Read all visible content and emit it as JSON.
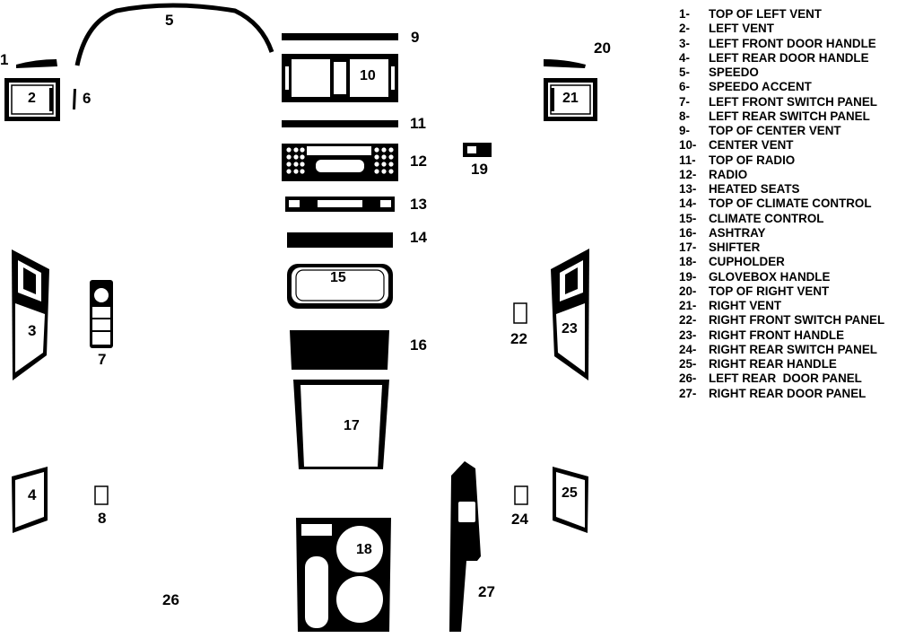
{
  "parts": [
    {
      "num": "1",
      "name": "TOP OF LEFT VENT"
    },
    {
      "num": "2",
      "name": "LEFT VENT"
    },
    {
      "num": "3",
      "name": "LEFT FRONT DOOR HANDLE"
    },
    {
      "num": "4",
      "name": "LEFT REAR DOOR HANDLE"
    },
    {
      "num": "5",
      "name": "SPEEDO"
    },
    {
      "num": "6",
      "name": "SPEEDO ACCENT"
    },
    {
      "num": "7",
      "name": "LEFT FRONT SWITCH PANEL"
    },
    {
      "num": "8",
      "name": "LEFT REAR SWITCH PANEL"
    },
    {
      "num": "9",
      "name": "TOP OF CENTER VENT"
    },
    {
      "num": "10",
      "name": "CENTER VENT"
    },
    {
      "num": "11",
      "name": "TOP OF RADIO"
    },
    {
      "num": "12",
      "name": "RADIO"
    },
    {
      "num": "13",
      "name": "HEATED SEATS"
    },
    {
      "num": "14",
      "name": "TOP OF CLIMATE CONTROL"
    },
    {
      "num": "15",
      "name": "CLIMATE CONTROL"
    },
    {
      "num": "16",
      "name": "ASHTRAY"
    },
    {
      "num": "17",
      "name": "SHIFTER"
    },
    {
      "num": "18",
      "name": "CUPHOLDER"
    },
    {
      "num": "19",
      "name": "GLOVEBOX HANDLE"
    },
    {
      "num": "20",
      "name": "TOP OF RIGHT VENT"
    },
    {
      "num": "21",
      "name": "RIGHT VENT"
    },
    {
      "num": "22",
      "name": "RIGHT FRONT SWITCH PANEL"
    },
    {
      "num": "23",
      "name": "RIGHT FRONT HANDLE"
    },
    {
      "num": "24",
      "name": "RIGHT REAR SWITCH PANEL"
    },
    {
      "num": "25",
      "name": "RIGHT REAR HANDLE"
    },
    {
      "num": "26",
      "name": "LEFT REAR  DOOR PANEL"
    },
    {
      "num": "27",
      "name": "RIGHT REAR DOOR PANEL"
    }
  ],
  "legend_suffix": "-"
}
